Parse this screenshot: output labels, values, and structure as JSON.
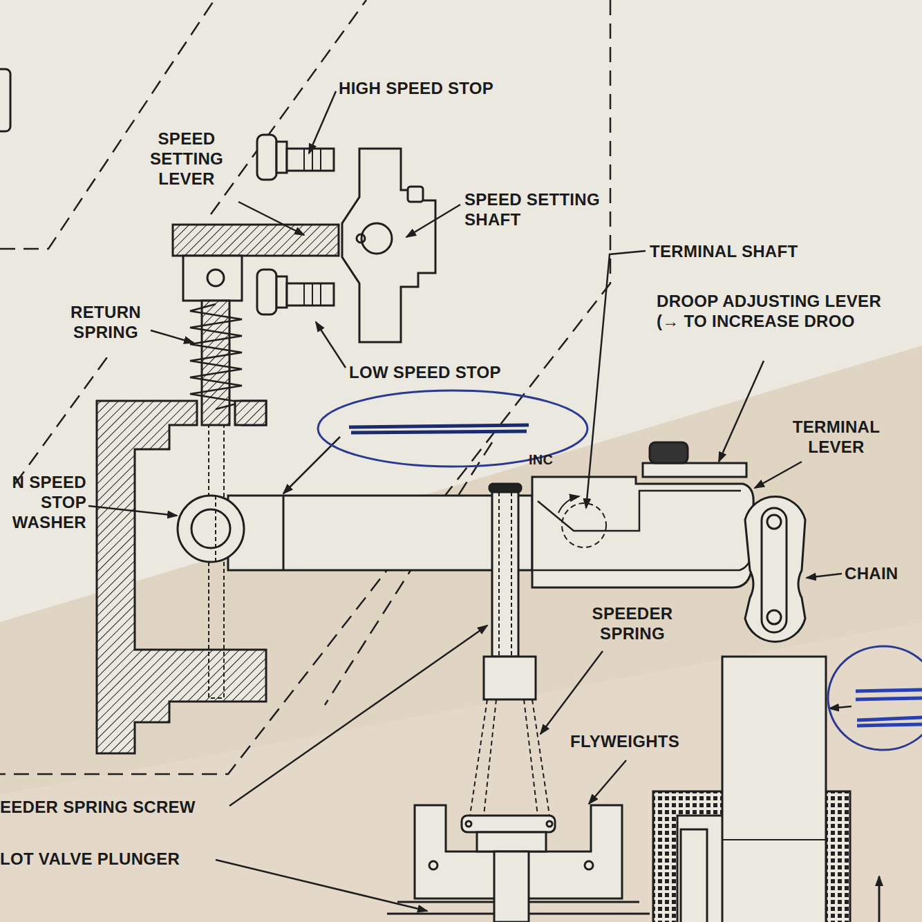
{
  "diagram": {
    "labels": [
      "HIGH SPEED STOP",
      "SPEED SETTING LEVER",
      "SPEED SETTING SHAFT",
      "TERMINAL SHAFT",
      "DROOP ADJUSTING LEVER (→ TO INCREASE DROO",
      "RETURN SPRING",
      "LOW SPEED STOP",
      "INC",
      "TERMINAL LEVER",
      "N SPEED STOP WASHER",
      "CHAIN",
      "SPEEDER SPRING",
      "FLYWEIGHTS",
      "EEDER SPRING SCREW",
      "LOT VALVE PLUNGER"
    ]
  }
}
